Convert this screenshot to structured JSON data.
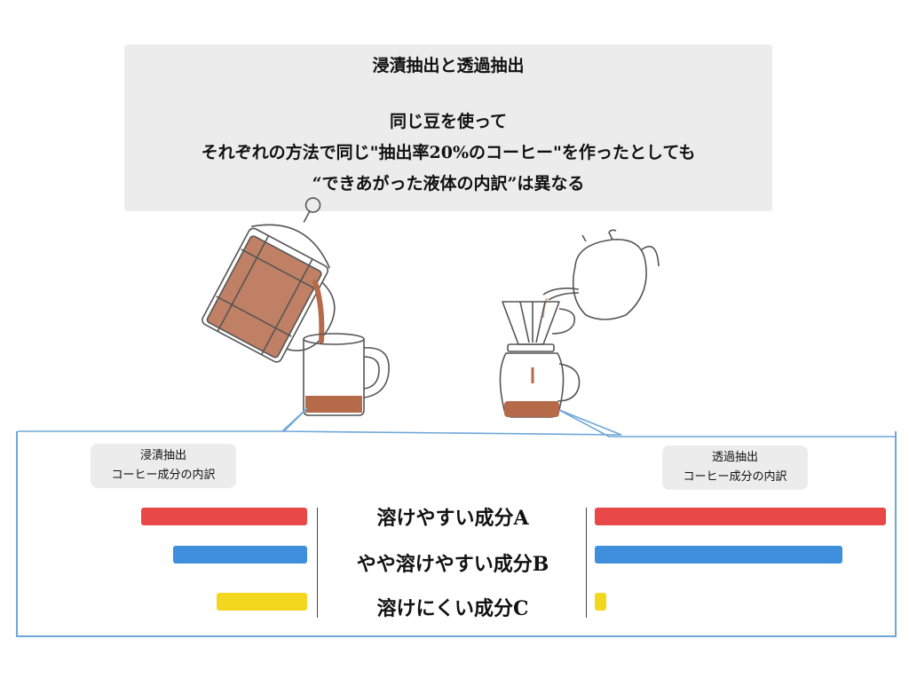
{
  "header": {
    "title": "浸漬抽出と透過抽出",
    "lines": [
      "同じ豆を使って",
      "それぞれの方法で同じ\"抽出率20%のコーヒー\"を作ったとしても",
      "“できあがった液体の内訳”は異なる"
    ]
  },
  "left_tag": {
    "line1": "浸漬抽出",
    "line2": "コーヒー成分の内訳"
  },
  "right_tag": {
    "line1": "透過抽出",
    "line2": "コーヒー成分の内訳"
  },
  "components": [
    {
      "label": "溶けやすい成分A",
      "color": "#e94848",
      "immersion": 0.57,
      "percolation": 1.0
    },
    {
      "label": "やや溶けやすい成分B",
      "color": "#3f8fdc",
      "immersion": 0.46,
      "percolation": 0.85
    },
    {
      "label": "溶けにくい成分C",
      "color": "#f3d71e",
      "immersion": 0.31,
      "percolation": 0.04
    }
  ],
  "colors": {
    "coffee": "#b56a4a",
    "frame": "#6fa7d8"
  }
}
